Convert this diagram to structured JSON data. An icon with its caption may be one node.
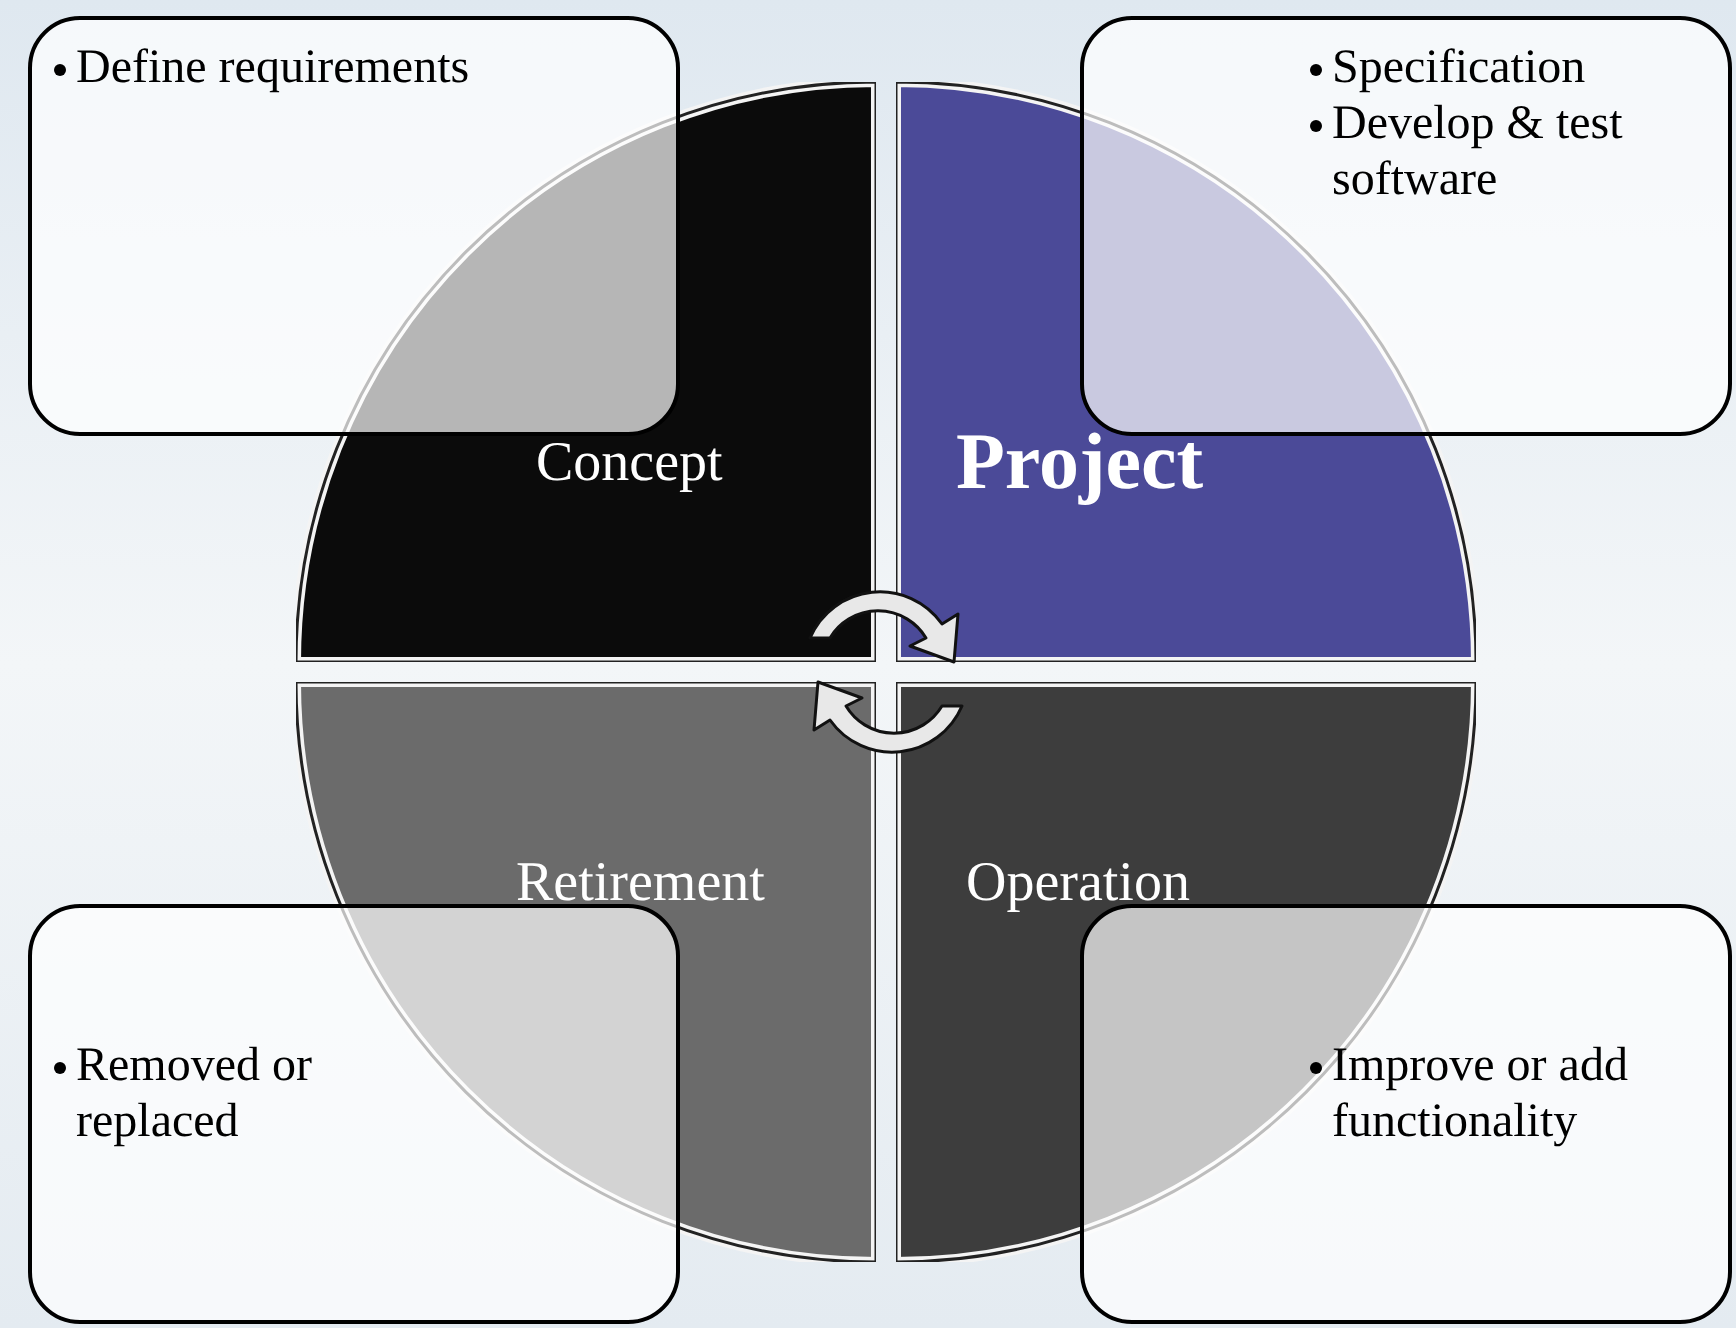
{
  "diagram": {
    "nodes": [
      {
        "text": [
          "Define requirements"
        ]
      },
      {
        "text": [
          "Specification",
          "Develop & test software"
        ]
      },
      {
        "text": [
          "Concept"
        ]
      },
      {
        "text": [
          "Project"
        ]
      },
      {
        "text": [
          "Retirement"
        ]
      },
      {
        "text": [
          "Operation"
        ]
      },
      {
        "text": [
          "Removed or replaced"
        ]
      },
      {
        "text": [
          "Improve or add functionality"
        ]
      }
    ]
  }
}
